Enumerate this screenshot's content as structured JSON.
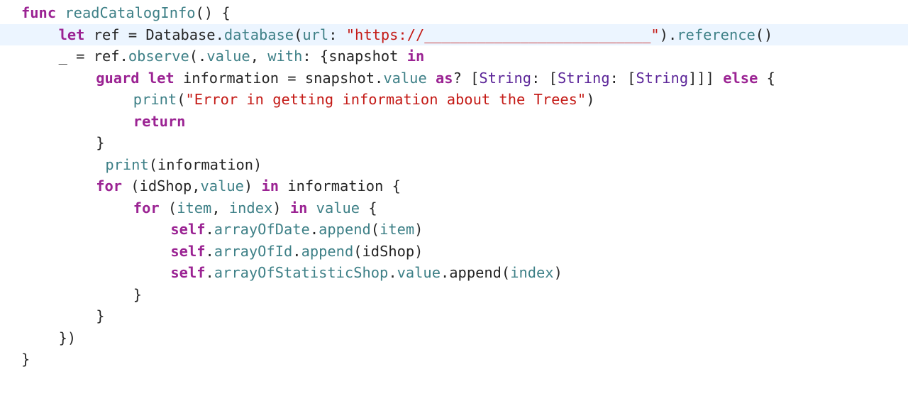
{
  "editor": {
    "language": "Swift",
    "current_line": 2,
    "colors": {
      "background": "#ffffff",
      "current_line": "#ecf5ff",
      "keyword": "#9b2393",
      "function_or_property": "#3e8087",
      "string": "#c41a16",
      "type": "#5c2699",
      "plain": "#262626"
    },
    "lines": [
      {
        "indent": 0,
        "tokens": [
          {
            "kind": "kw",
            "text": "func"
          },
          {
            "kind": "pl",
            "text": " "
          },
          {
            "kind": "fn",
            "text": "readCatalogInfo"
          },
          {
            "kind": "pl",
            "text": "() {"
          }
        ]
      },
      {
        "indent": 4,
        "tokens": [
          {
            "kind": "kw",
            "text": "let"
          },
          {
            "kind": "pl",
            "text": " ref = Database."
          },
          {
            "kind": "fn",
            "text": "database"
          },
          {
            "kind": "pl",
            "text": "("
          },
          {
            "kind": "fn",
            "text": "url"
          },
          {
            "kind": "pl",
            "text": ": "
          },
          {
            "kind": "str",
            "text": "\"https://__________________________\""
          },
          {
            "kind": "pl",
            "text": ")."
          },
          {
            "kind": "fn",
            "text": "reference"
          },
          {
            "kind": "pl",
            "text": "()"
          }
        ]
      },
      {
        "indent": 4,
        "tokens": [
          {
            "kind": "pl",
            "text": "_ = ref."
          },
          {
            "kind": "fn",
            "text": "observe"
          },
          {
            "kind": "pl",
            "text": "(."
          },
          {
            "kind": "fn",
            "text": "value"
          },
          {
            "kind": "pl",
            "text": ", "
          },
          {
            "kind": "fn",
            "text": "with"
          },
          {
            "kind": "pl",
            "text": ": {snapshot "
          },
          {
            "kind": "kw",
            "text": "in"
          }
        ]
      },
      {
        "indent": 8,
        "tokens": [
          {
            "kind": "kw",
            "text": "guard"
          },
          {
            "kind": "pl",
            "text": " "
          },
          {
            "kind": "kw",
            "text": "let"
          },
          {
            "kind": "pl",
            "text": " information = snapshot."
          },
          {
            "kind": "fn",
            "text": "value"
          },
          {
            "kind": "pl",
            "text": " "
          },
          {
            "kind": "kw",
            "text": "as"
          },
          {
            "kind": "pl",
            "text": "? ["
          },
          {
            "kind": "typ",
            "text": "String"
          },
          {
            "kind": "pl",
            "text": ": ["
          },
          {
            "kind": "typ",
            "text": "String"
          },
          {
            "kind": "pl",
            "text": ": ["
          },
          {
            "kind": "typ",
            "text": "String"
          },
          {
            "kind": "pl",
            "text": "]]] "
          },
          {
            "kind": "kw",
            "text": "else"
          },
          {
            "kind": "pl",
            "text": " {"
          }
        ]
      },
      {
        "indent": 12,
        "tokens": [
          {
            "kind": "fn",
            "text": "print"
          },
          {
            "kind": "pl",
            "text": "("
          },
          {
            "kind": "str",
            "text": "\"Error in getting information about the Trees\""
          },
          {
            "kind": "pl",
            "text": ")"
          }
        ]
      },
      {
        "indent": 12,
        "tokens": [
          {
            "kind": "kw",
            "text": "return"
          }
        ]
      },
      {
        "indent": 8,
        "tokens": [
          {
            "kind": "pl",
            "text": "}"
          }
        ]
      },
      {
        "indent": 9,
        "tokens": [
          {
            "kind": "fn",
            "text": "print"
          },
          {
            "kind": "pl",
            "text": "(information)"
          }
        ]
      },
      {
        "indent": 8,
        "tokens": [
          {
            "kind": "kw",
            "text": "for"
          },
          {
            "kind": "pl",
            "text": " (idShop,"
          },
          {
            "kind": "fn",
            "text": "value"
          },
          {
            "kind": "pl",
            "text": ") "
          },
          {
            "kind": "kw",
            "text": "in"
          },
          {
            "kind": "pl",
            "text": " information {"
          }
        ]
      },
      {
        "indent": 12,
        "tokens": [
          {
            "kind": "kw",
            "text": "for"
          },
          {
            "kind": "pl",
            "text": " ("
          },
          {
            "kind": "fn",
            "text": "item"
          },
          {
            "kind": "pl",
            "text": ", "
          },
          {
            "kind": "fn",
            "text": "index"
          },
          {
            "kind": "pl",
            "text": ") "
          },
          {
            "kind": "kw",
            "text": "in"
          },
          {
            "kind": "pl",
            "text": " "
          },
          {
            "kind": "fn",
            "text": "value"
          },
          {
            "kind": "pl",
            "text": " {"
          }
        ]
      },
      {
        "indent": 16,
        "tokens": [
          {
            "kind": "kw",
            "text": "self"
          },
          {
            "kind": "pl",
            "text": "."
          },
          {
            "kind": "fn",
            "text": "arrayOfDate"
          },
          {
            "kind": "pl",
            "text": "."
          },
          {
            "kind": "fn",
            "text": "append"
          },
          {
            "kind": "pl",
            "text": "("
          },
          {
            "kind": "fn",
            "text": "item"
          },
          {
            "kind": "pl",
            "text": ")"
          }
        ]
      },
      {
        "indent": 16,
        "tokens": [
          {
            "kind": "kw",
            "text": "self"
          },
          {
            "kind": "pl",
            "text": "."
          },
          {
            "kind": "fn",
            "text": "arrayOfId"
          },
          {
            "kind": "pl",
            "text": "."
          },
          {
            "kind": "fn",
            "text": "append"
          },
          {
            "kind": "pl",
            "text": "(idShop)"
          }
        ]
      },
      {
        "indent": 16,
        "tokens": [
          {
            "kind": "kw",
            "text": "self"
          },
          {
            "kind": "pl",
            "text": "."
          },
          {
            "kind": "fn",
            "text": "arrayOfStatisticShop"
          },
          {
            "kind": "pl",
            "text": "."
          },
          {
            "kind": "fn",
            "text": "value"
          },
          {
            "kind": "pl",
            "text": ".append("
          },
          {
            "kind": "fn",
            "text": "index"
          },
          {
            "kind": "pl",
            "text": ")"
          }
        ]
      },
      {
        "indent": 12,
        "tokens": [
          {
            "kind": "pl",
            "text": "}"
          }
        ]
      },
      {
        "indent": 8,
        "tokens": [
          {
            "kind": "pl",
            "text": "}"
          }
        ]
      },
      {
        "indent": 4,
        "tokens": [
          {
            "kind": "pl",
            "text": "})"
          }
        ]
      },
      {
        "indent": 0,
        "tokens": [
          {
            "kind": "pl",
            "text": "}"
          }
        ]
      }
    ]
  }
}
